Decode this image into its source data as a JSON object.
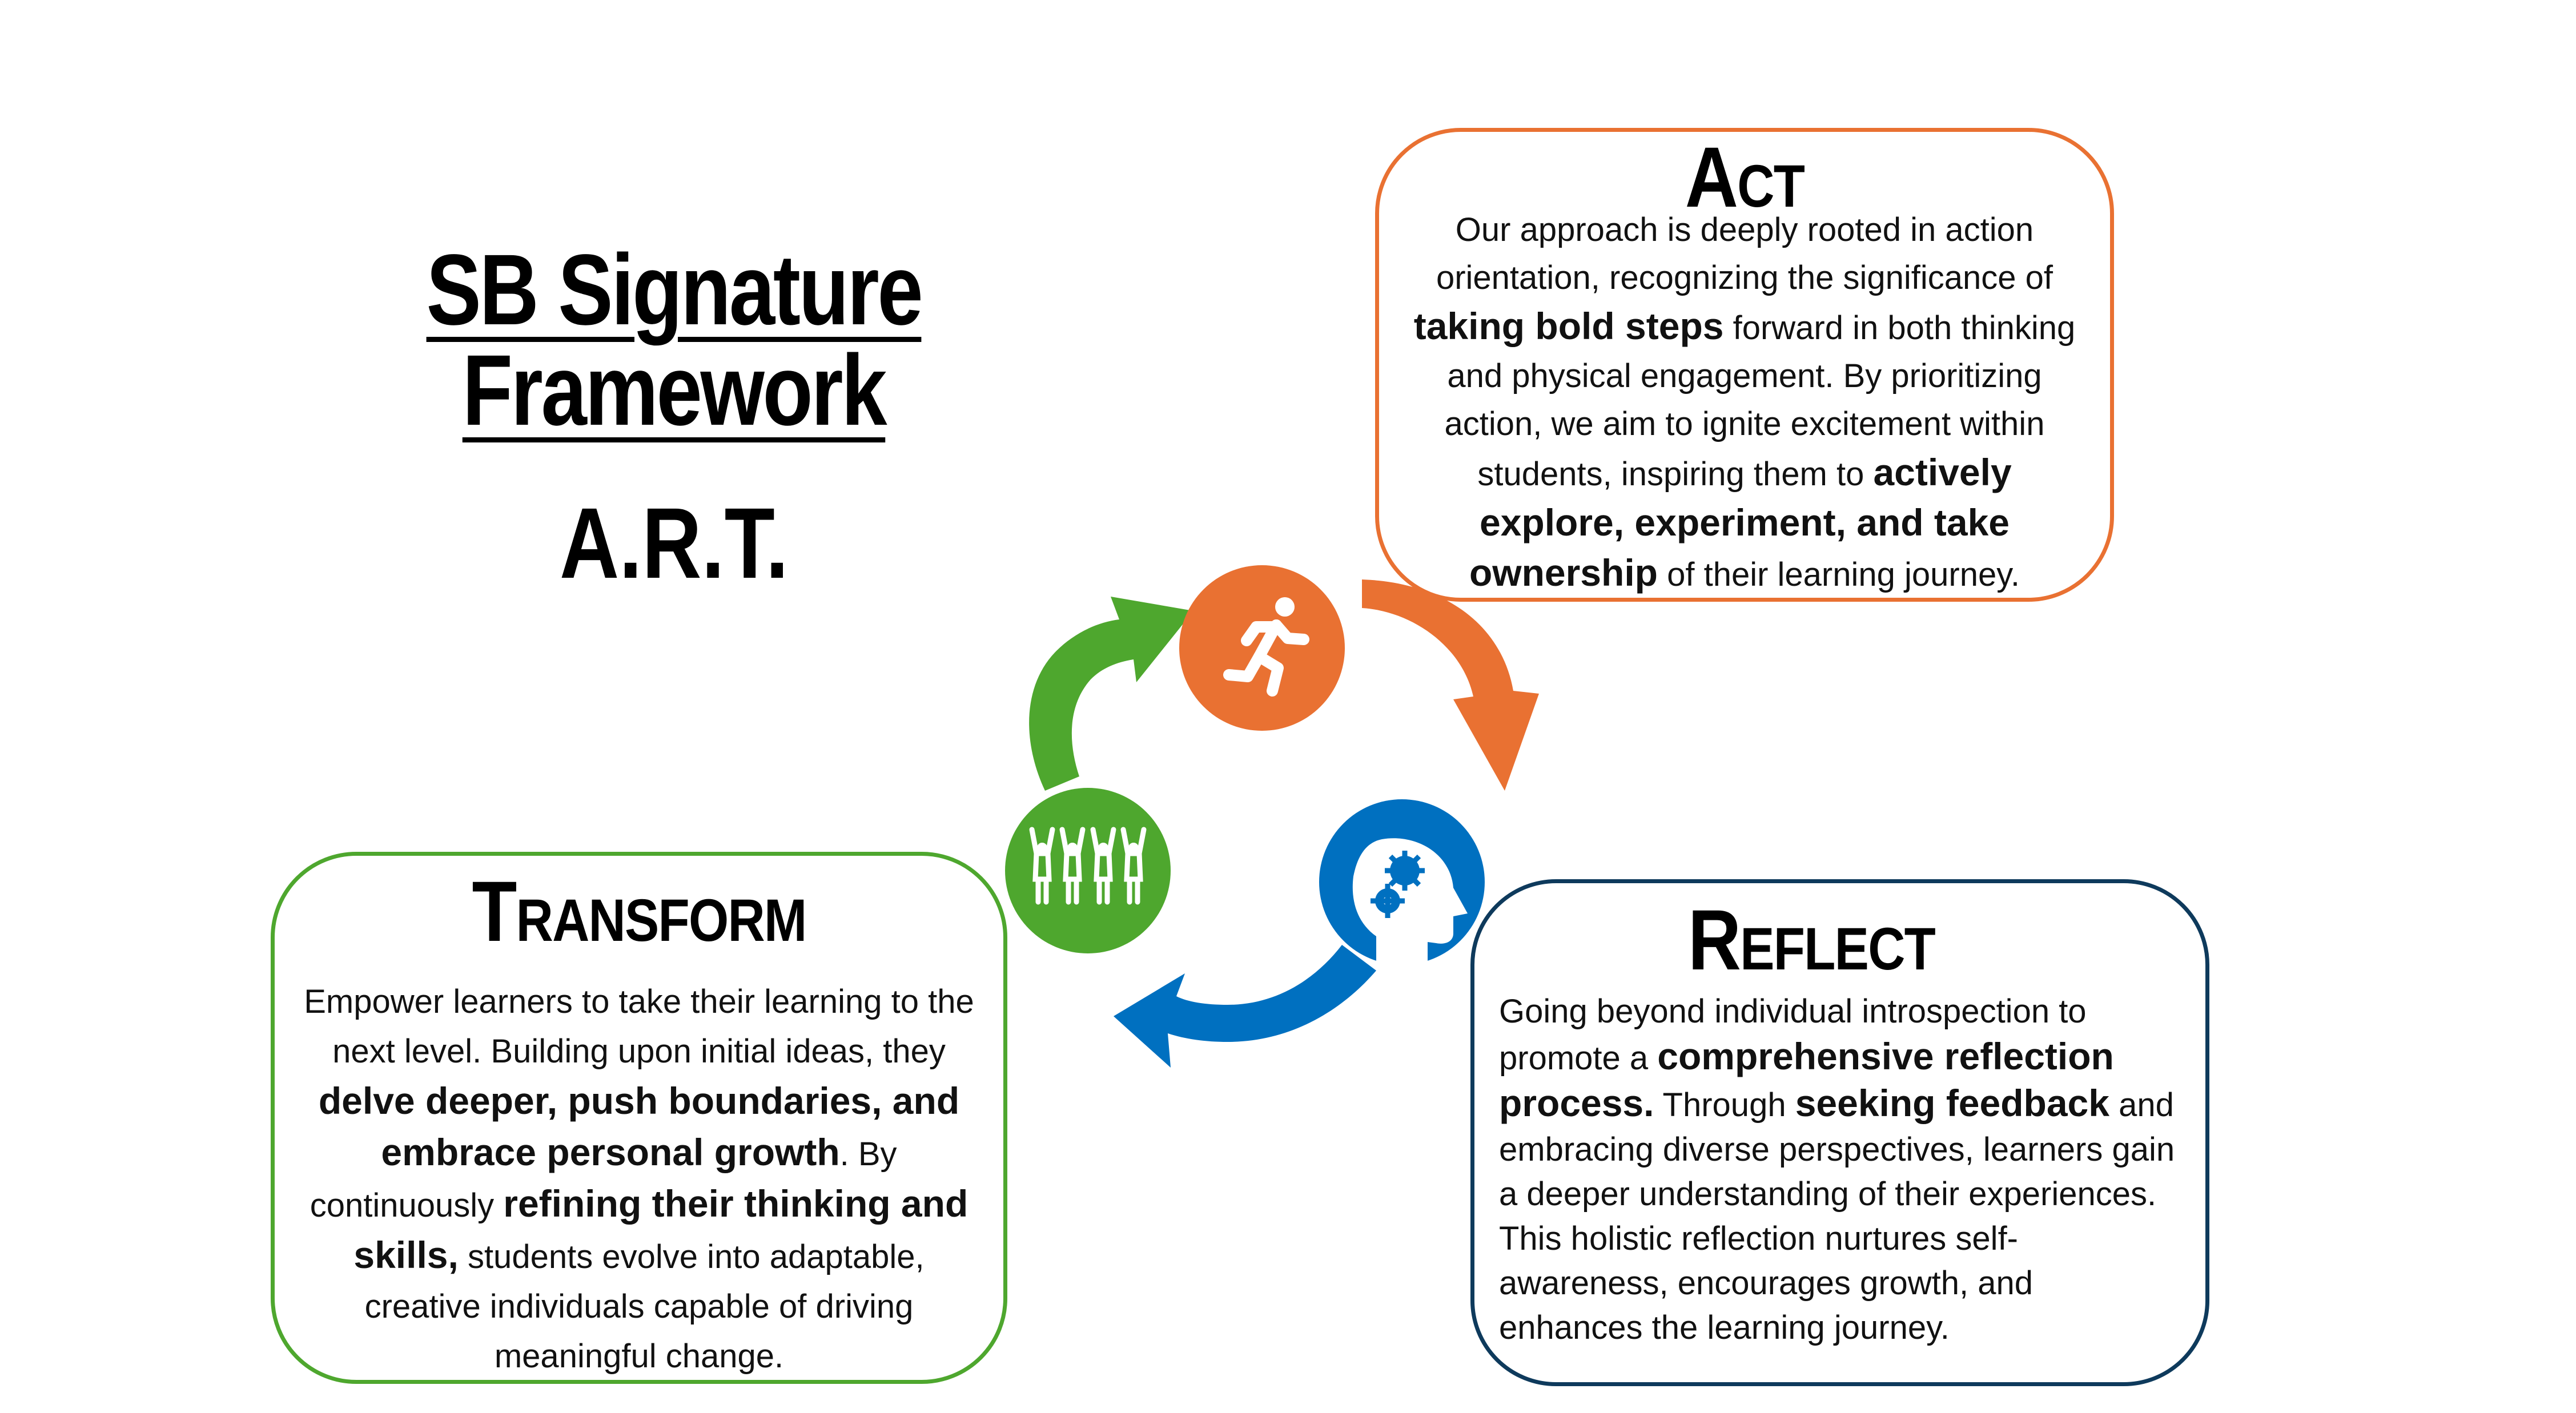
{
  "title": "SB Signature Framework",
  "subtitle": "A.R.T.",
  "colors": {
    "act": "#E97132",
    "reflect": "#0070C0",
    "reflect_border": "#0E3A5C",
    "transform": "#4EA72E"
  },
  "cycle": {
    "act_icon": "running-person-icon",
    "reflect_icon": "head-gears-icon",
    "transform_icon": "cheering-group-icon"
  },
  "act": {
    "heading": "Act",
    "segments": [
      {
        "t": "Our approach is deeply rooted in action orientation, recognizing the significance of ",
        "b": false
      },
      {
        "t": "taking bold steps",
        "b": true
      },
      {
        "t": " forward in both thinking and physical engagement. By prioritizing action, we aim to ignite excitement within students, inspiring them to ",
        "b": false
      },
      {
        "t": "actively explore, experiment, and take ownership",
        "b": true
      },
      {
        "t": " of their learning journey.",
        "b": false
      }
    ]
  },
  "transform": {
    "heading": "Transform",
    "segments": [
      {
        "t": "Empower learners to take their learning to the next level. Building upon initial ideas, they ",
        "b": false
      },
      {
        "t": "delve deeper, push boundaries, and embrace personal growth",
        "b": true
      },
      {
        "t": ". By continuously ",
        "b": false
      },
      {
        "t": "refining their thinking and skills,",
        "b": true
      },
      {
        "t": " students evolve into adaptable, creative individuals capable of driving meaningful change.",
        "b": false
      }
    ]
  },
  "reflect": {
    "heading": "Reflect",
    "segments": [
      {
        "t": "Going beyond individual introspection to promote a ",
        "b": false
      },
      {
        "t": "comprehensive reflection process.",
        "b": true
      },
      {
        "t": " Through ",
        "b": false
      },
      {
        "t": "seeking feedback",
        "b": true
      },
      {
        "t": " and embracing diverse perspectives, learners gain a deeper understanding of their experiences. This holistic reflection nurtures self-awareness, encourages growth, and enhances the learning journey.",
        "b": false
      }
    ]
  }
}
